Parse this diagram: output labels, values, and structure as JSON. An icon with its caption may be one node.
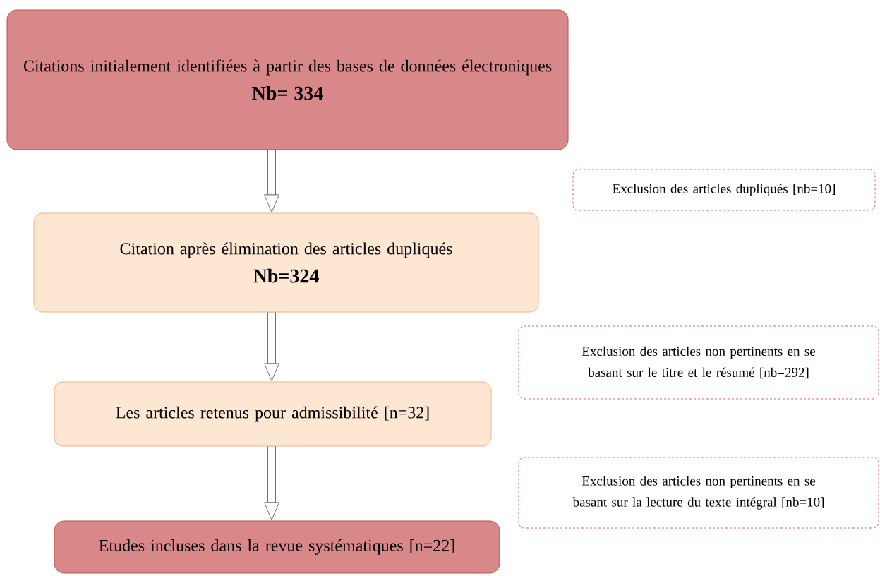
{
  "diagram": {
    "nodes": [
      {
        "text": [
          "Citations initialement identifiées à partir des bases de données électroniques",
          "Nb= 334"
        ]
      },
      {
        "text": [
          "Exclusion des articles dupliqués [nb=10]"
        ]
      },
      {
        "text": [
          "Citation après élimination des articles dupliqués",
          "Nb=324"
        ]
      },
      {
        "text": [
          "Exclusion des articles non pertinents en se basant sur le titre et le résumé [nb=292]"
        ]
      },
      {
        "text": [
          "Les articles retenus pour admissibilité [n=32]"
        ]
      },
      {
        "text": [
          "Exclusion des articles non pertinents en se basant sur la lecture du texte intégral [nb=10]"
        ]
      },
      {
        "text": [
          "Etudes incluses dans la revue systématiques [n=22]"
        ]
      }
    ],
    "edges": [
      {
        "from": 0,
        "to": 2,
        "arrow": "to"
      },
      {
        "from": 2,
        "to": 4,
        "arrow": "to"
      },
      {
        "from": 4,
        "to": 6,
        "arrow": "to"
      }
    ]
  }
}
